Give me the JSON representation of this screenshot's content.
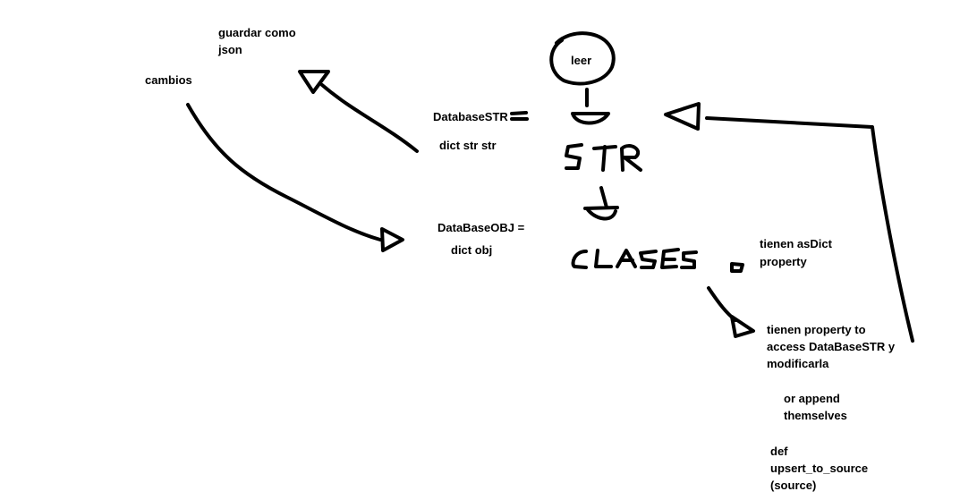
{
  "labels": {
    "guardar_1": "guardar como",
    "guardar_2": "json",
    "cambios": "cambios",
    "leer": "leer",
    "database_str": "DatabaseSTR",
    "dict_str_str": "dict str str",
    "database_obj": "DataBaseOBJ =",
    "dict_obj": "dict obj",
    "asdict_1": "tienen asDict",
    "asdict_2": "property",
    "access_1": "tienen property to",
    "access_2": "access DataBaseSTR y",
    "access_3": "modificarla",
    "append_1": "or append",
    "append_2": "themselves",
    "def_1": "def",
    "def_2": "upsert_to_source",
    "def_3": "(source)"
  }
}
